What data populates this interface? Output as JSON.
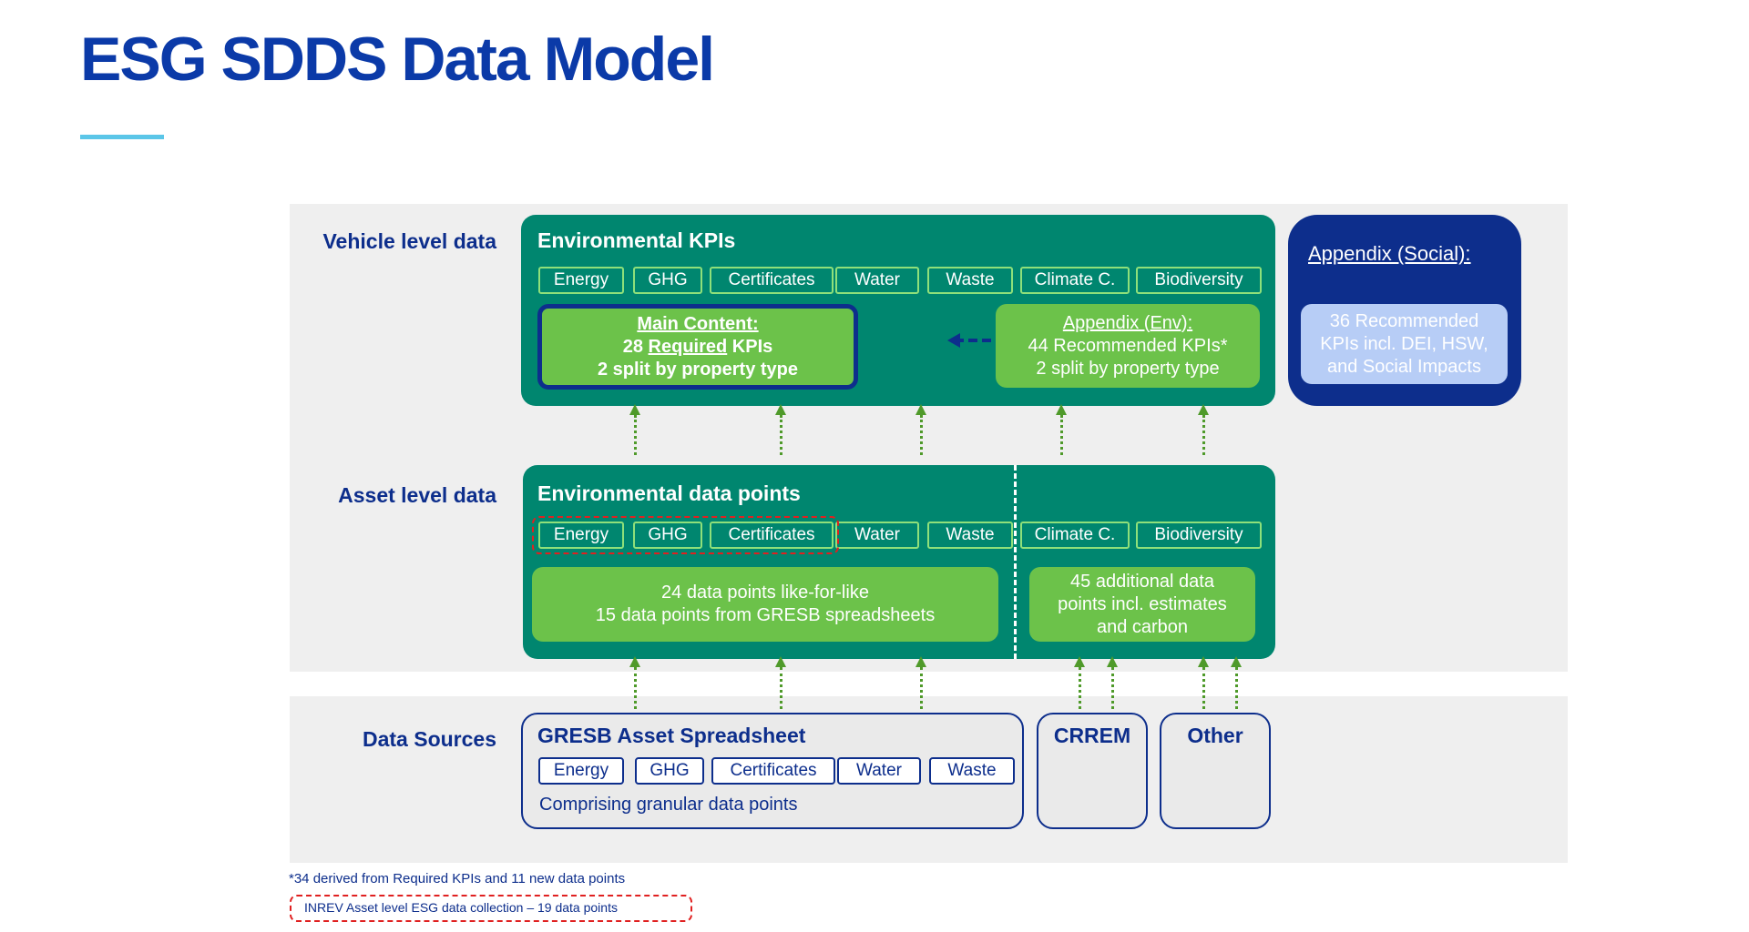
{
  "title": "ESG SDDS Data Model",
  "rows": {
    "vehicle": "Vehicle level data",
    "asset": "Asset level data",
    "sources": "Data Sources"
  },
  "vehicle_panel": {
    "heading": "Environmental KPIs",
    "pills": [
      "Energy",
      "GHG",
      "Certificates",
      "Water",
      "Waste",
      "Climate C.",
      "Biodiversity"
    ],
    "main": {
      "line1": "Main Content:",
      "line2_prefix": "28 ",
      "line2_required": "Required",
      "line2_suffix": " KPIs",
      "line3": "2 split by property type"
    },
    "appendix_env": {
      "line1": "Appendix (Env):",
      "line2": "44 Recommended KPIs*",
      "line3": "2 split by property type"
    }
  },
  "social_panel": {
    "heading": "Appendix (Social):",
    "line1": "36 Recommended",
    "line2": "KPIs incl. DEI, HSW,",
    "line3": "and Social Impacts"
  },
  "asset_panel": {
    "heading": "Environmental data points",
    "pills": [
      "Energy",
      "GHG",
      "Certificates",
      "Water",
      "Waste",
      "Climate C.",
      "Biodiversity"
    ],
    "left_box": {
      "line1": "24 data points like-for-like",
      "line2": "15 data points from GRESB spreadsheets"
    },
    "right_box": {
      "line1": "45 additional data",
      "line2": "points incl. estimates",
      "line3": "and carbon"
    }
  },
  "sources": {
    "gresb": {
      "heading": "GRESB Asset Spreadsheet",
      "pills": [
        "Energy",
        "GHG",
        "Certificates",
        "Water",
        "Waste"
      ],
      "caption": "Comprising granular data points"
    },
    "crrem": "CRREM",
    "other": "Other"
  },
  "footnote": "*34 derived from Required KPIs and 11 new data points",
  "legend": "INREV Asset level ESG data collection – 19 data points",
  "colors": {
    "title_blue": "#0b3aa8",
    "panel_green": "#00866f",
    "light_green": "#6cc24a",
    "navy": "#0d2e8c",
    "lavender": "#b7cdf6",
    "accent_cyan": "#5bc6e8",
    "dash_red": "#e02020"
  }
}
